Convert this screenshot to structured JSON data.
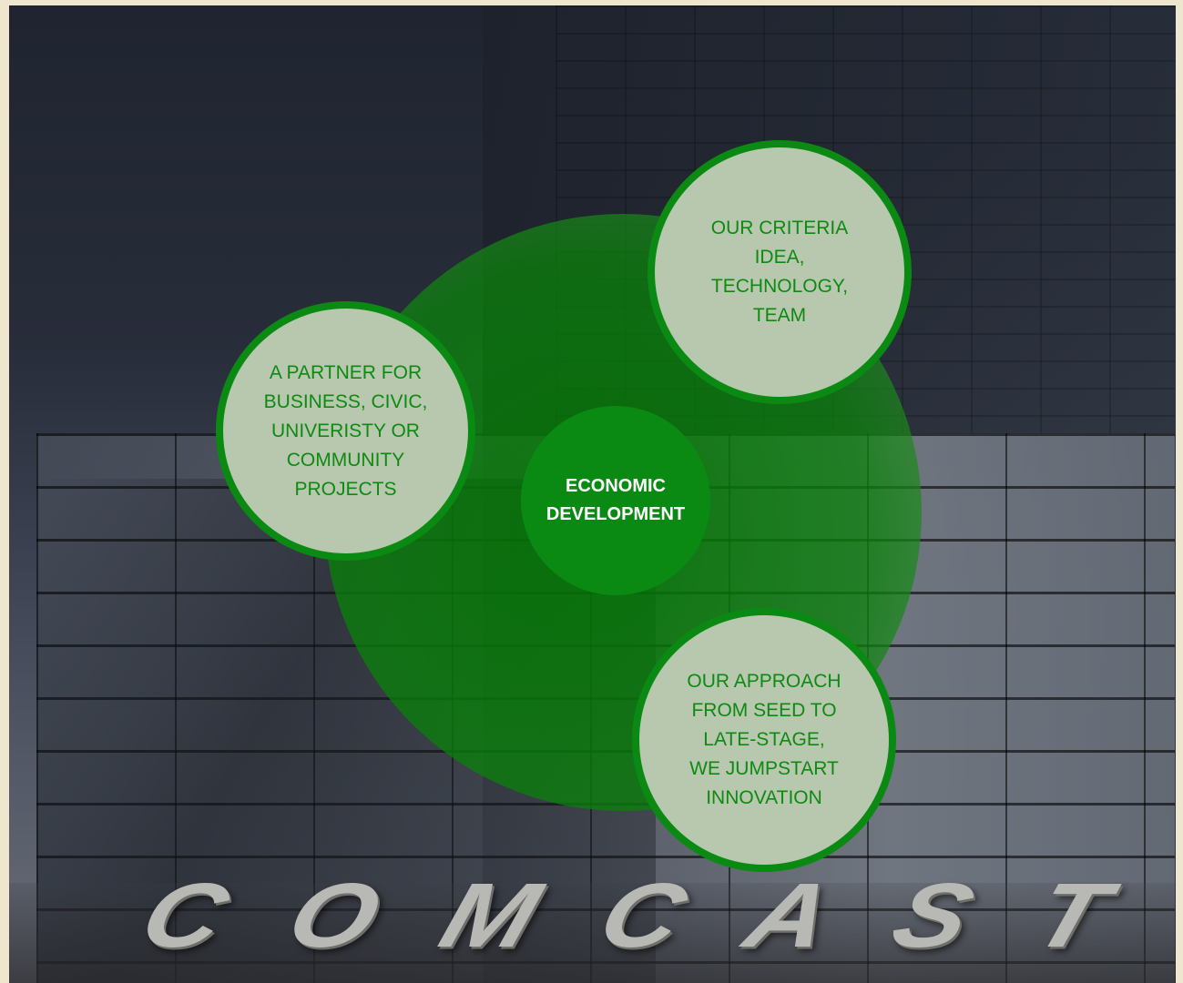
{
  "diagram": {
    "center": {
      "line1": "ECONOMIC",
      "line2": "DEVELOPMENT"
    },
    "bubbles": [
      {
        "lines": [
          "A PARTNER FOR",
          "BUSINESS, CIVIC,",
          "UNIVERISTY OR",
          "COMMUNITY",
          "PROJECTS"
        ]
      },
      {
        "lines": [
          "OUR CRITERIA",
          "IDEA,",
          "TECHNOLOGY,",
          "TEAM"
        ]
      },
      {
        "lines": [
          "OUR APPROACH",
          "FROM SEED TO",
          "LATE-STAGE,",
          "WE JUMPSTART",
          "INNOVATION"
        ]
      }
    ],
    "colors": {
      "green": "#0a8a12",
      "bubble_fill": "#b7c8ae",
      "bubble_text": "#0e8a12"
    }
  },
  "background": {
    "sign_letters": [
      "C",
      "O",
      "M",
      "C",
      "A",
      "S",
      "T"
    ]
  }
}
